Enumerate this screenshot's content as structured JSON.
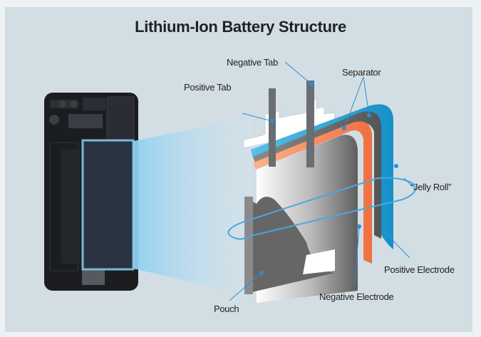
{
  "title": "Lithium-Ion Battery Structure",
  "labels": {
    "negative_tab": "Negative Tab",
    "positive_tab": "Positive Tab",
    "separator": "Separator",
    "jelly_roll": "“Jelly Roll”",
    "positive_electrode": "Positive Electrode",
    "negative_electrode": "Negative Electrode",
    "pouch": "Pouch"
  },
  "colors": {
    "background": "#d3dee4",
    "callout": "#2a8ed8",
    "positive_electrode": "#22a3d8",
    "negative_electrode": "#f08a5a",
    "pouch": "#6a6a6a",
    "phone_body": "#1b1d21",
    "phone_battery": "#2a3342"
  }
}
